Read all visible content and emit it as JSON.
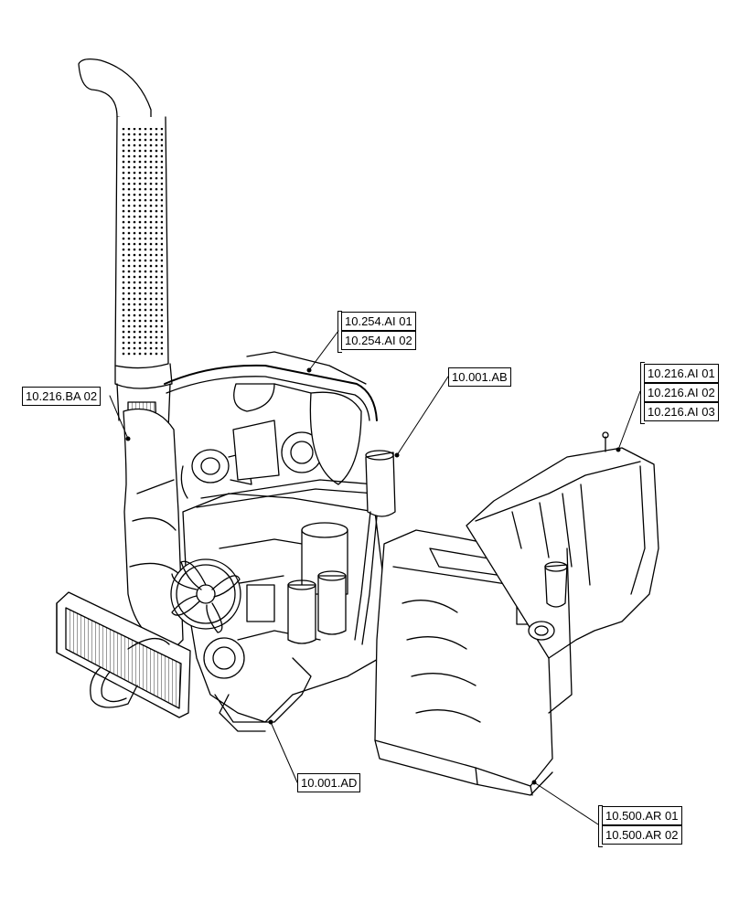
{
  "callouts": {
    "group_254": [
      "10.254.AI 01",
      "10.254.AI 02"
    ],
    "ab": "10.001.AB",
    "group_216ai": [
      "10.216.AI 01",
      "10.216.AI 02",
      "10.216.AI 03"
    ],
    "ba": "10.216.BA 02",
    "ad": "10.001.AD",
    "group_500": [
      "10.500.AR 01",
      "10.500.AR 02"
    ]
  },
  "colors": {
    "line": "#000000",
    "background": "#ffffff"
  }
}
